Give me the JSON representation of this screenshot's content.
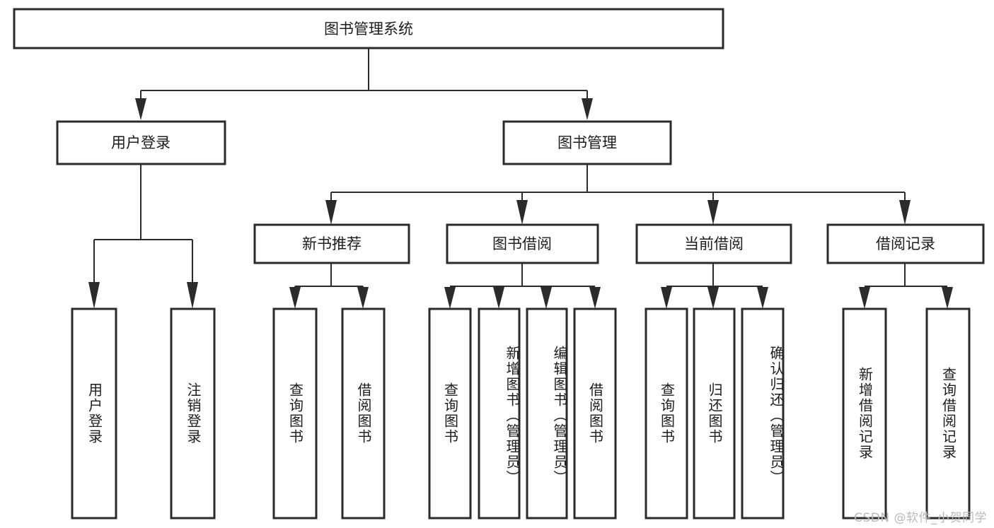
{
  "diagram": {
    "type": "tree",
    "title": "图书管理系统",
    "watermark": "CSDN @软件_小贺同学",
    "colors": {
      "background": "#ffffff",
      "box_stroke": "#2b2b2b",
      "box_fill": "#ffffff",
      "text": "#1c1c1c",
      "watermark": "#b9b9b9"
    },
    "nodes": {
      "root": {
        "label": "图书管理系统"
      },
      "level2": [
        {
          "id": "user-login",
          "label": "用户登录"
        },
        {
          "id": "book-manage",
          "label": "图书管理"
        }
      ],
      "level3": [
        {
          "id": "new-book-recommend",
          "label": "新书推荐",
          "parent": "book-manage"
        },
        {
          "id": "book-borrow",
          "label": "图书借阅",
          "parent": "book-manage"
        },
        {
          "id": "current-borrow",
          "label": "当前借阅",
          "parent": "book-manage"
        },
        {
          "id": "borrow-record",
          "label": "借阅记录",
          "parent": "book-manage"
        }
      ],
      "leaves": [
        {
          "id": "leaf-user-login",
          "label": "用户登录",
          "parent": "user-login"
        },
        {
          "id": "leaf-logout-login",
          "label": "注销登录",
          "parent": "user-login"
        },
        {
          "id": "leaf-query-book-1",
          "label": "查询图书",
          "parent": "new-book-recommend"
        },
        {
          "id": "leaf-borrow-book-1",
          "label": "借阅图书",
          "parent": "new-book-recommend"
        },
        {
          "id": "leaf-query-book-2",
          "label": "查询图书",
          "parent": "book-borrow"
        },
        {
          "id": "leaf-add-book",
          "label": "新增图书（管理员）",
          "parent": "book-borrow"
        },
        {
          "id": "leaf-edit-book",
          "label": "编辑图书（管理员）",
          "parent": "book-borrow"
        },
        {
          "id": "leaf-borrow-book-2",
          "label": "借阅图书",
          "parent": "book-borrow"
        },
        {
          "id": "leaf-query-book-3",
          "label": "查询图书",
          "parent": "current-borrow"
        },
        {
          "id": "leaf-return-book",
          "label": "归还图书",
          "parent": "current-borrow"
        },
        {
          "id": "leaf-confirm-return",
          "label": "确认归还（管理员）",
          "parent": "current-borrow"
        },
        {
          "id": "leaf-add-record",
          "label": "新增借阅记录",
          "parent": "borrow-record"
        },
        {
          "id": "leaf-query-record",
          "label": "查询借阅记录",
          "parent": "borrow-record"
        }
      ]
    }
  }
}
